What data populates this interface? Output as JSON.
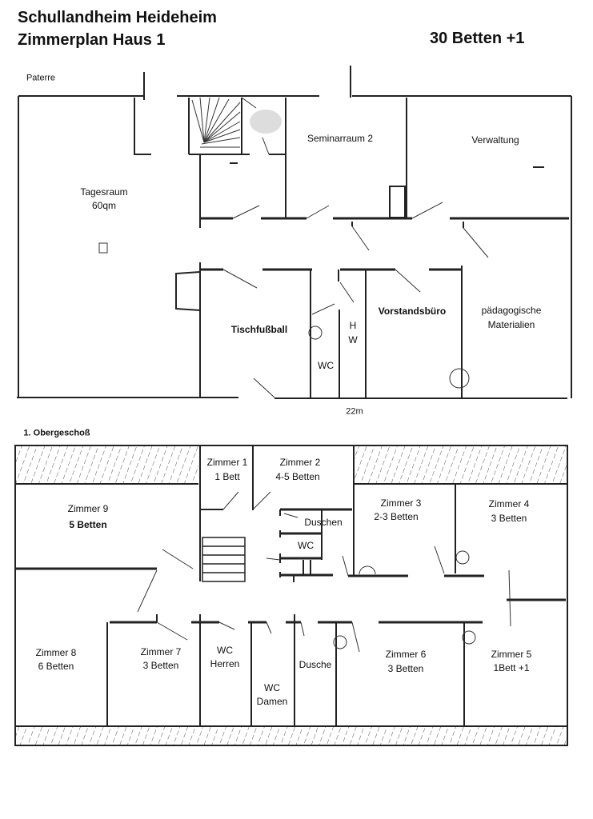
{
  "header": {
    "title_line1": "Schullandheim Heideheim",
    "title_line2": "Zimmerplan Haus 1",
    "capacity": "30 Betten +1"
  },
  "ground_floor": {
    "label": "Paterre",
    "width_label": "22m",
    "rooms": {
      "tagesraum": "Tagesraum",
      "tagesraum_size": "60qm",
      "seminarraum": "Seminarraum 2",
      "verwaltung": "Verwaltung",
      "tischfussball": "Tischfußball",
      "wc": "WC",
      "hw_h": "H",
      "hw_w": "W",
      "vorstandsbuero": "Vorstandsbüro",
      "paed_line1": "pädagogische",
      "paed_line2": "Materialien"
    }
  },
  "first_floor": {
    "label": "1. Obergeschoß",
    "rooms": {
      "z1_name": "Zimmer 1",
      "z1_beds": "1 Bett",
      "z2_name": "Zimmer 2",
      "z2_beds": "4-5 Betten",
      "duschen": "Duschen",
      "wc": "WC",
      "z9_name": "Zimmer 9",
      "z9_beds": "5 Betten",
      "z3_name": "Zimmer 3",
      "z3_beds": "2-3 Betten",
      "z4_name": "Zimmer 4",
      "z4_beds": "3 Betten",
      "z8_name": "Zimmer 8",
      "z8_beds": "6 Betten",
      "z7_name": "Zimmer 7",
      "z7_beds": "3 Betten",
      "wc_herren_1": "WC",
      "wc_herren_2": "Herren",
      "wc_damen_1": "WC",
      "wc_damen_2": "Damen",
      "dusche": "Dusche",
      "z6_name": "Zimmer 6",
      "z6_beds": "3 Betten",
      "z5_name": "Zimmer 5",
      "z5_beds": "1Bett +1"
    }
  }
}
